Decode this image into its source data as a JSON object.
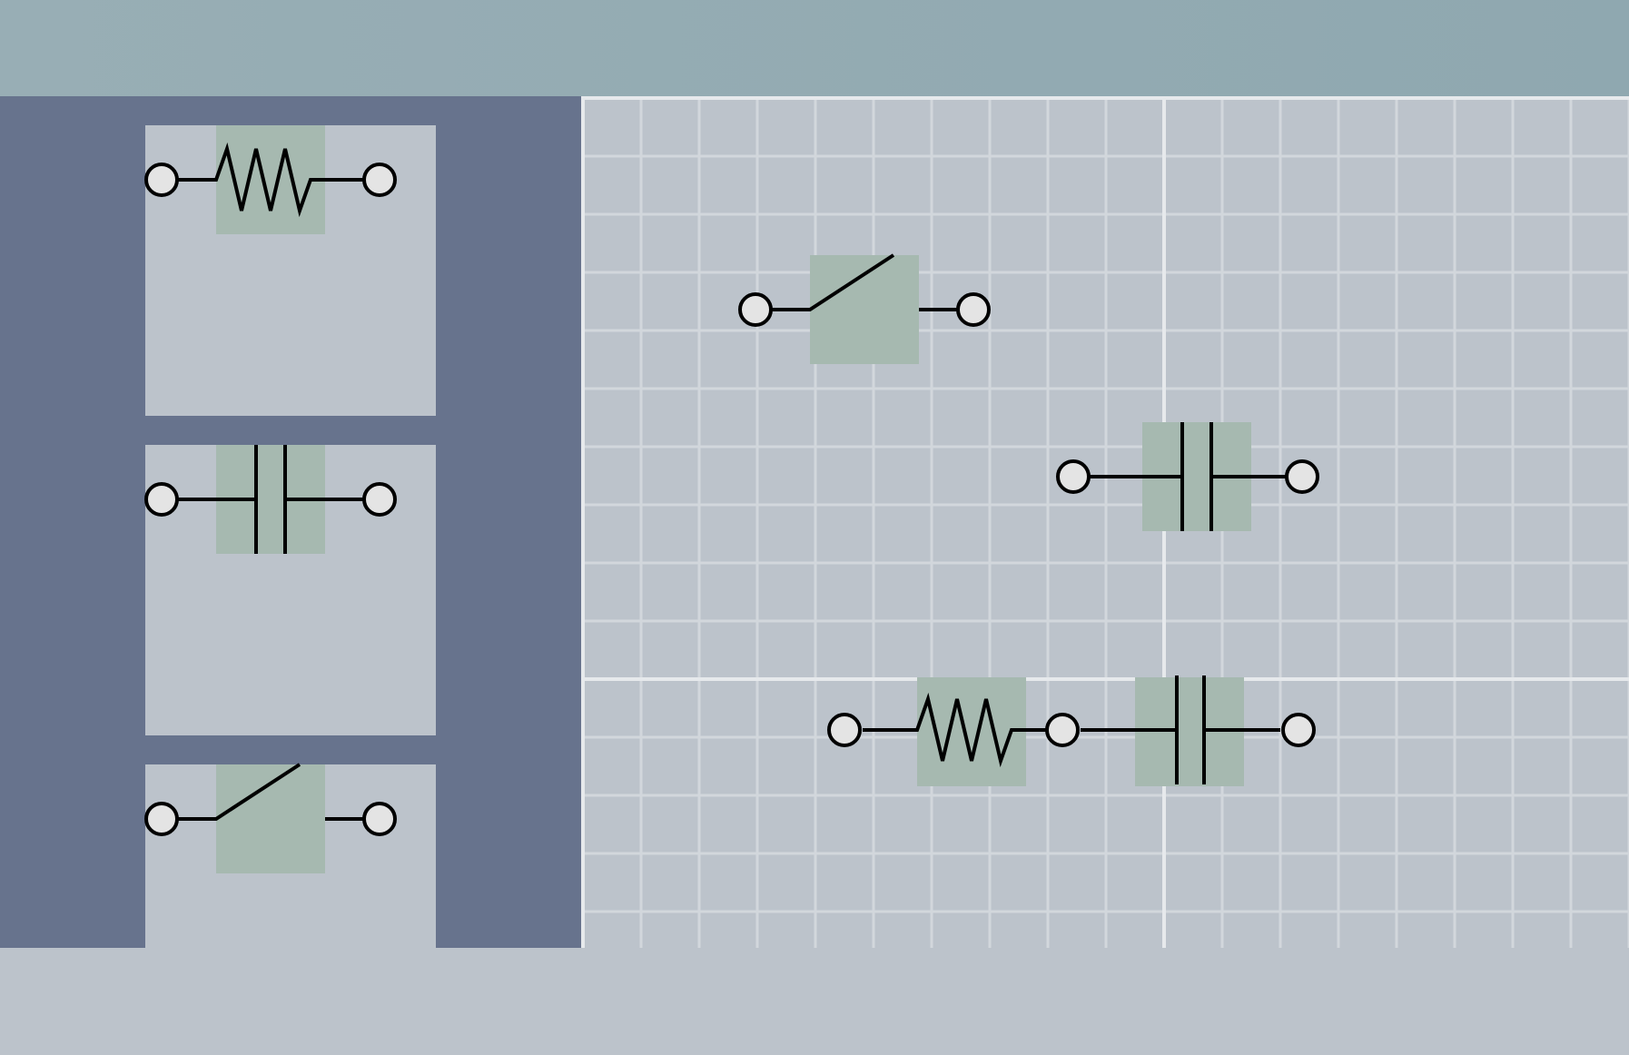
{
  "colors": {
    "toolbar": "#93abb3",
    "palette_bg": "#67738d",
    "card_bg": "#bcc3cb",
    "canvas_bg": "#bcc3cb",
    "grid_minor": "#d2d7dc",
    "grid_major": "#e6e9ec",
    "component_highlight": "#a6b9b0",
    "terminal_fill": "#e4e4e4",
    "wire": "#000000"
  },
  "palette": {
    "items": [
      {
        "component": "resistor",
        "icon": "resistor-icon"
      },
      {
        "component": "capacitor",
        "icon": "capacitor-icon"
      },
      {
        "component": "switch",
        "icon": "switch-icon"
      }
    ]
  },
  "canvas": {
    "grid": true,
    "components": [
      {
        "component": "switch",
        "icon": "switch-icon"
      },
      {
        "component": "capacitor",
        "icon": "capacitor-icon"
      },
      {
        "component": "resistor",
        "icon": "resistor-icon"
      },
      {
        "component": "capacitor",
        "icon": "capacitor-icon"
      }
    ]
  }
}
